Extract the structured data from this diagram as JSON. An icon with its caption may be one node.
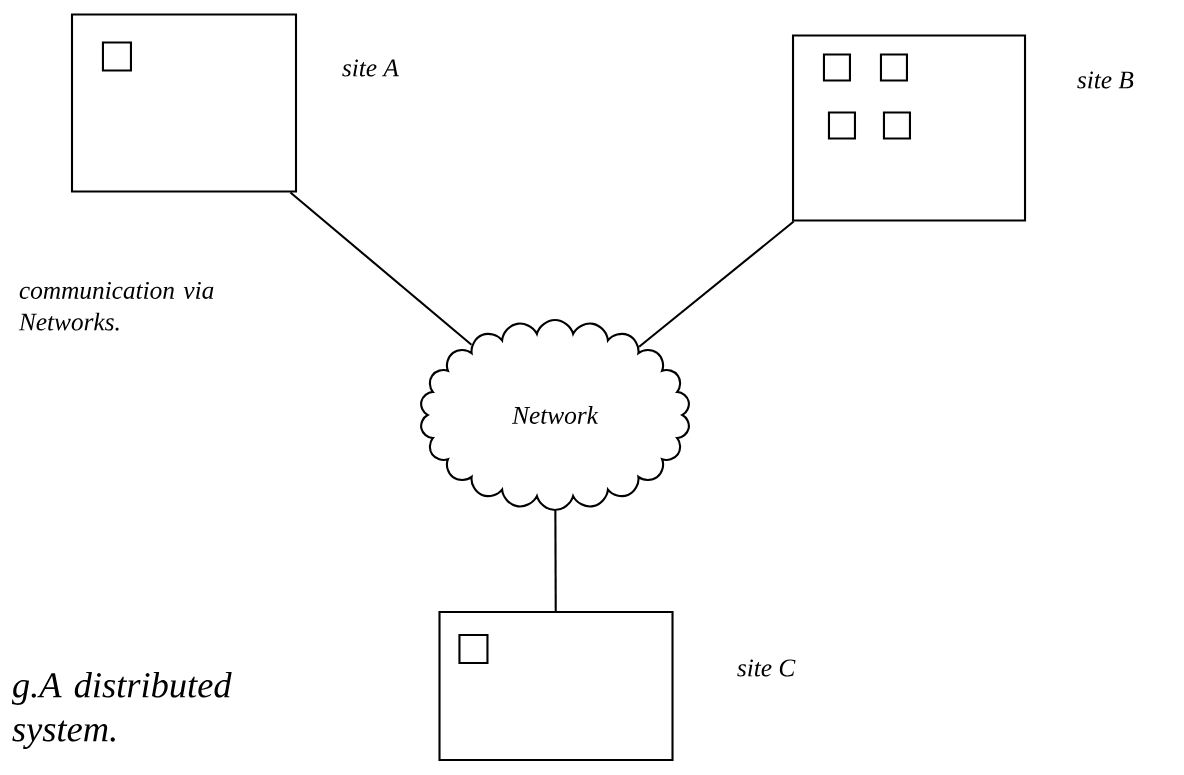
{
  "diagram": {
    "caption": "g.A distributed system.",
    "nodes": [
      {
        "text": [
          "site A"
        ]
      },
      {
        "text": [],
        "shape": "box",
        "in": 0
      },
      {
        "text": [
          "site B"
        ]
      },
      {
        "text": [],
        "shape": "box",
        "in": 2
      },
      {
        "text": [],
        "shape": "box",
        "in": 2
      },
      {
        "text": [],
        "shape": "box",
        "in": 2
      },
      {
        "text": [],
        "shape": "box",
        "in": 2
      },
      {
        "text": [
          "Network"
        ]
      },
      {
        "text": [
          "site C"
        ]
      },
      {
        "text": [],
        "shape": "box",
        "in": 8
      }
    ],
    "edges": [
      {
        "from": 0,
        "to": 7,
        "arrow": "none"
      },
      {
        "from": 2,
        "to": 7,
        "arrow": "none"
      },
      {
        "from": 7,
        "to": 8,
        "arrow": "none"
      }
    ],
    "labels": [
      "communication via Networks."
    ]
  }
}
